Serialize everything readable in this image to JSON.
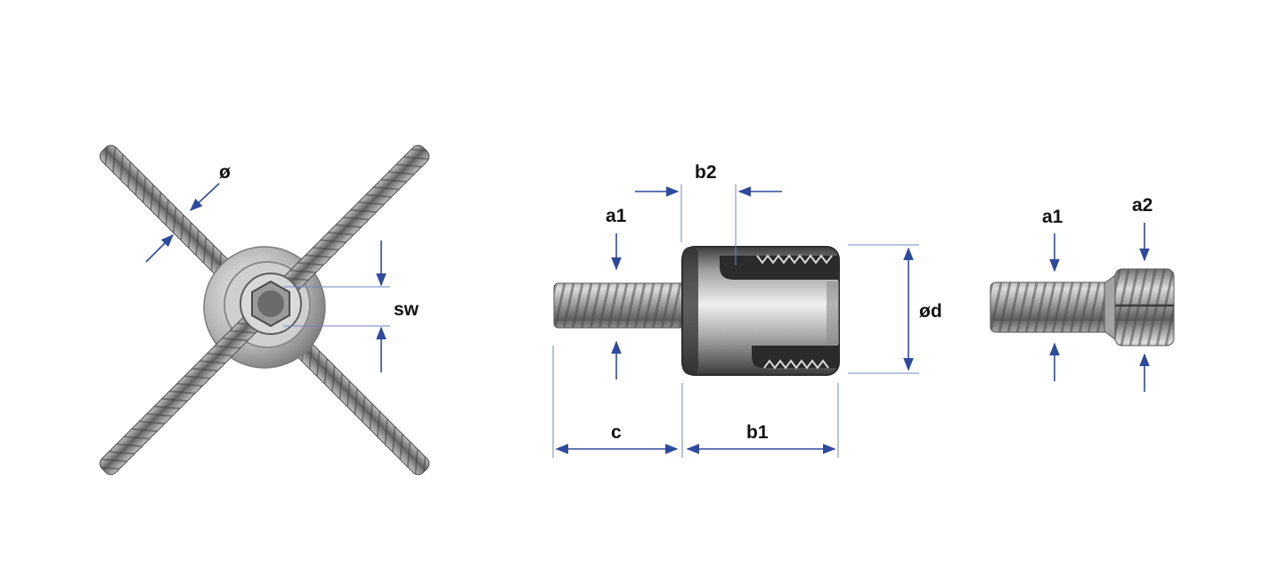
{
  "colors": {
    "dimension_line": "#2e4a9e",
    "extension_line": "#6f84c2",
    "label_text": "#111111",
    "steel_dark": "#5a5a5a",
    "steel_mid": "#a9a9a9",
    "steel_light": "#e6e6e6",
    "background": "#ffffff"
  },
  "views": {
    "cross_view": {
      "labels": {
        "cable_diameter": "ø",
        "wrench_size": "sw"
      }
    },
    "side_view": {
      "labels": {
        "thread_diameter": "a1",
        "slot_width": "b2",
        "body_diameter": "ød",
        "thread_length": "c",
        "body_length": "b1"
      }
    },
    "screw_view": {
      "labels": {
        "thread_diameter": "a1",
        "head_thread_diameter": "a2"
      }
    }
  }
}
